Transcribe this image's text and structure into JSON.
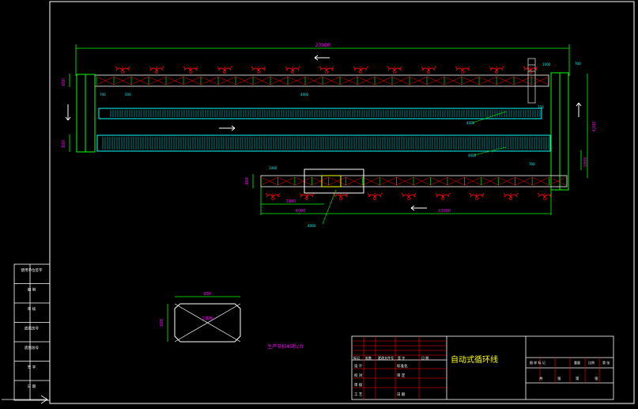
{
  "drawing": {
    "title": "自动式循环线",
    "dimensions": {
      "overall_length": "23900",
      "right_height": "4200",
      "lower_left_a": "3100",
      "lower_left_b": "4000",
      "lower_right": "10000",
      "left_top": "650",
      "left_bottom": "800",
      "right_top": "1000",
      "right_small": "1000",
      "lower_height": "400"
    },
    "callouts": {
      "top_left": "700",
      "top_mid": "4000",
      "top_right": "700",
      "mid_a": "1000",
      "mid_b": "4000",
      "mid_c": "4000",
      "mid_d": "700",
      "right_box": "700",
      "lower_a": "1000",
      "lower_b": "4000",
      "upper_small": "500"
    },
    "workpiece": {
      "label": "工装板",
      "width": "900",
      "height": "600",
      "note": "生产节拍45秒/台"
    }
  },
  "left_block": {
    "rows": [
      "使用单位签字",
      "编 制",
      "审 核",
      "底图总号",
      "底图总号",
      "签 字",
      "日 期"
    ]
  },
  "title_block": {
    "title": "自动式循环线",
    "header_cells": [
      "标记",
      "处数",
      "更改文件号",
      "签 字",
      "日 期"
    ],
    "signature_rows": [
      {
        "role": "设 计",
        "col2": "标准化"
      },
      {
        "role": "校 对",
        "col2": "审 定"
      },
      {
        "role": "审 核",
        "col2": ""
      },
      {
        "role": "工 艺",
        "col2": "日 期"
      }
    ],
    "right_headers": [
      "图 样 标 记",
      "重量",
      "比例",
      "第 张"
    ],
    "right_row": [
      "共",
      "张",
      "第",
      "张"
    ]
  }
}
